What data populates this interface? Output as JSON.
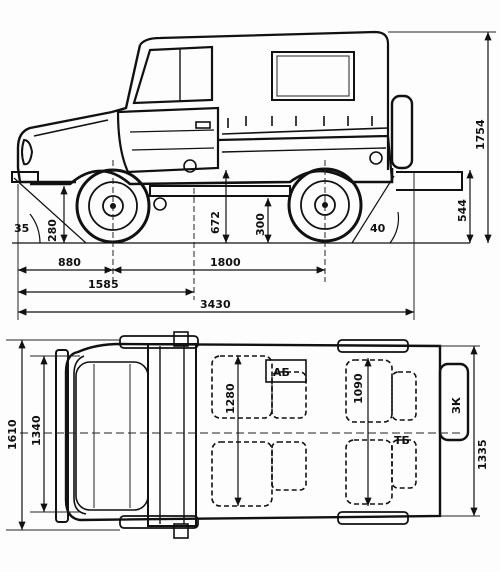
{
  "side_view": {
    "dims": {
      "approach_angle": "35",
      "front_overhang_height": "280",
      "ground_clearance": "672",
      "axle_clearance": "300",
      "departure_angle": "40",
      "rear_height": "544",
      "overall_height": "1754",
      "front_overhang": "880",
      "wheelbase": "1800",
      "front_to_rear_axle": "1585",
      "overall_length": "3430"
    }
  },
  "top_view": {
    "dims": {
      "overall_width": "1610",
      "track": "1340",
      "front_interior_width": "1280",
      "rear_interior_width": "1090",
      "rear_track": "1335"
    },
    "labels": {
      "battery": "АБ",
      "fuel_tank": "ТБ",
      "spare_wheel": "ЗК"
    }
  }
}
